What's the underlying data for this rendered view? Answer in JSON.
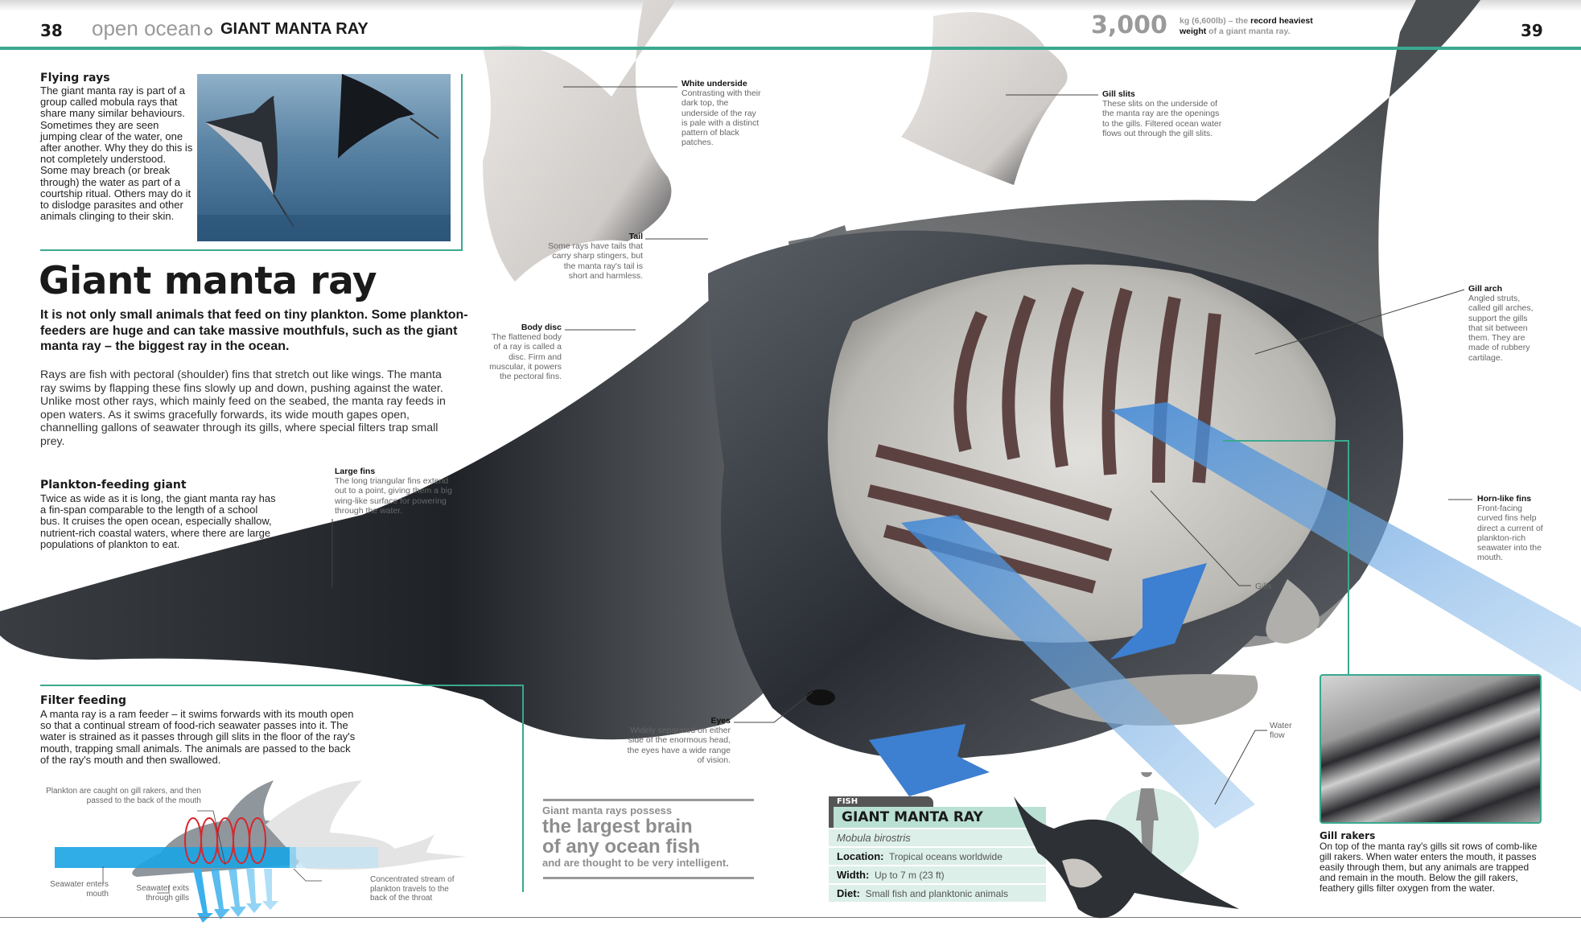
{
  "header": {
    "page_left": "38",
    "section": "open ocean",
    "running_title": "GIANT MANTA RAY",
    "page_right": "39",
    "stat_number": "3,000",
    "stat_pre": "kg (6,600lb) – the ",
    "stat_bold1": "record heaviest",
    "stat_bold2": "weight",
    "stat_post": " of a giant manta ray."
  },
  "flying_rays": {
    "heading": "Flying rays",
    "text": "The giant manta ray is part of a group called mobula rays that share many similar behaviours. Sometimes they are seen jumping clear of the water, one after another. Why they do this is not completely understood. Some may breach (or break through) the water as part of a courtship ritual. Others may do it to dislodge parasites and other animals clinging to their skin."
  },
  "main": {
    "title": "Giant manta ray",
    "intro": "It is not only small animals that feed on tiny plankton. Some plankton-feeders are huge and can take massive mouthfuls, such as the giant manta ray – the biggest ray in the ocean.",
    "body": "Rays are fish with pectoral (shoulder) fins that stretch out like wings. The manta ray swims by flapping these fins slowly up and down, pushing against the water. Unlike most other rays, which mainly feed on the seabed, the manta ray feeds in open waters. As it swims gracefully forwards, its wide mouth gapes open, channelling gallons of seawater through its gills, where special filters trap small prey."
  },
  "plankton_giant": {
    "heading": "Plankton-feeding giant",
    "text": "Twice as wide as it is long, the giant manta ray has a fin-span comparable to the length of a school bus. It cruises the open ocean, especially shallow, nutrient-rich coastal waters, where there are large populations of plankton to eat."
  },
  "filter_feeding": {
    "heading": "Filter feeding",
    "text": "A manta ray is a ram feeder – it swims forwards with its mouth open so that a continual stream of food-rich seawater passes into it. The water is strained as it passes through gill slits in the floor of the ray's mouth, trapping small animals. The animals are passed to the back of the ray's mouth and then swallowed.",
    "diagram": {
      "rakers": "Plankton are caught on gill rakers, and then passed to the back of the mouth",
      "enters": "Seawater enters mouth",
      "exits": "Seawater exits through gills",
      "stream": "Concentrated stream of plankton travels to the back of the throat"
    }
  },
  "callouts": {
    "white_underside": {
      "title": "White underside",
      "text": "Contrasting with their dark top, the underside of the ray is pale with a distinct pattern of black patches."
    },
    "tail": {
      "title": "Tail",
      "text": "Some rays have tails that carry sharp stingers, but the manta ray's tail is short and harmless."
    },
    "body_disc": {
      "title": "Body disc",
      "text": "The flattened body of a ray is called a disc. Firm and muscular, it powers the pectoral fins."
    },
    "large_fins": {
      "title": "Large fins",
      "text": "The long triangular fins extend out to a point, giving them a big wing-like surface for powering through the water."
    },
    "eyes": {
      "title": "Eyes",
      "text": "Widely separated on either side of the enormous head, the eyes have a wide range of vision."
    },
    "gill_slits": {
      "title": "Gill slits",
      "text": "These slits on the underside of the manta ray are the openings to the gills. Filtered ocean water flows out through the gill slits."
    },
    "gill_arch": {
      "title": "Gill arch",
      "text": "Angled struts, called gill arches, support the gills that sit between them. They are made of rubbery cartilage."
    },
    "horn_fins": {
      "title": "Horn-like fins",
      "text": "Front-facing curved fins help direct a current of plankton-rich seawater into the mouth."
    },
    "gills": "Gills",
    "water_flow": "Water flow"
  },
  "brain_quote": {
    "line1": "Giant manta rays possess",
    "big1": "the largest brain",
    "big2": "of any ocean fish",
    "line3": "and are thought to be very intelligent."
  },
  "fact_box": {
    "category": "FISH",
    "name": "GIANT MANTA RAY",
    "latin": "Mobula birostris",
    "location_label": "Location:",
    "location": "Tropical oceans worldwide",
    "width_label": "Width:",
    "width": "Up to 7 m (23 ft)",
    "diet_label": "Diet:",
    "diet": "Small fish and planktonic animals"
  },
  "gill_rakers": {
    "heading": "Gill rakers",
    "text": "On top of the manta ray's gills sit rows of comb-like gill rakers. When water enters the mouth, it passes easily through them, but any animals are trapped and remain in the mouth. Below the gill rakers, feathery gills filter oxygen from the water."
  },
  "colors": {
    "accent": "#3aa98f",
    "water_blue": "#3d86d6",
    "raker_red": "#d8262b"
  }
}
